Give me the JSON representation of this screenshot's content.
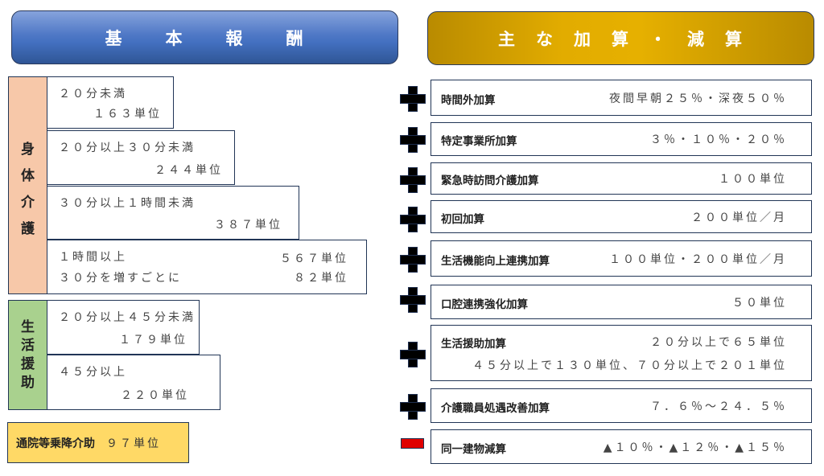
{
  "headers": {
    "basic": [
      "基",
      "本",
      "報",
      "酬"
    ],
    "adjust": [
      "主",
      "な",
      "加",
      "算",
      "・",
      "減",
      "算"
    ]
  },
  "basic_fees": {
    "physical_care": {
      "label_chars": [
        "身",
        "体",
        "介",
        "護"
      ],
      "color": "#f7c8a9",
      "rows": [
        {
          "duration": "２０分未満",
          "units": "１６３単位"
        },
        {
          "duration": "２０分以上３０分未満",
          "units": "２４４単位"
        },
        {
          "duration": "３０分以上１時間未満",
          "units": "３８７単位"
        },
        {
          "duration": "１時間以上",
          "units": "５６７単位",
          "duration2": "３０分を増すごとに",
          "units2": "８２単位"
        }
      ]
    },
    "life_support": {
      "label_chars": [
        "生",
        "活",
        "援",
        "助"
      ],
      "color": "#a9d18e",
      "rows": [
        {
          "duration": "２０分以上４５分未満",
          "units": "１７９単位"
        },
        {
          "duration": "４５分以上",
          "units": "２２０単位"
        }
      ]
    },
    "transport": {
      "label": "通院等乗降介助",
      "units": "９７単位",
      "color": "#ffd966"
    }
  },
  "adjustments": [
    {
      "type": "plus",
      "icon": "plus-icon",
      "name": "時間外加算",
      "value": "夜間早朝２５％・深夜５０％"
    },
    {
      "type": "plus",
      "icon": "plus-icon",
      "name": "特定事業所加算",
      "value": "３％・１０％・２０％"
    },
    {
      "type": "plus",
      "icon": "plus-icon",
      "name": "緊急時訪問介護加算",
      "value": "１００単位"
    },
    {
      "type": "plus",
      "icon": "plus-icon",
      "name": "初回加算",
      "value": "２００単位／月"
    },
    {
      "type": "plus",
      "icon": "plus-icon",
      "name": "生活機能向上連携加算",
      "value": "１００単位・２００単位／月"
    },
    {
      "type": "plus",
      "icon": "plus-icon",
      "name": "口腔連携強化加算",
      "value": "５０単位"
    },
    {
      "type": "plus",
      "icon": "plus-icon",
      "name": "生活援助加算",
      "value": "２０分以上で６５単位",
      "value2": "４５分以上で１３０単位、７０分以上で２０１単位"
    },
    {
      "type": "plus",
      "icon": "plus-icon",
      "name": "介護職員処遇改善加算",
      "value": "７．６％～２４．５％"
    },
    {
      "type": "minus",
      "icon": "minus-icon",
      "name": "同一建物減算",
      "value": "▲１０％・▲１２％・▲１５％"
    }
  ],
  "colors": {
    "header_blue": "#4472c4",
    "header_gold": "#e2ac00",
    "border": "#213556",
    "minus_red": "#e00000"
  }
}
